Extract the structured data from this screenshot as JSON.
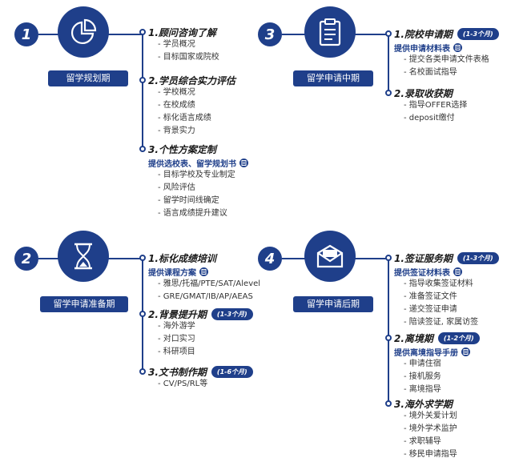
{
  "phases": [
    {
      "number": "1",
      "icon": "pie-chart-icon",
      "label": "留学规划期",
      "sections": [
        {
          "title": "1.顾问咨询了解",
          "tag": "",
          "provide": "",
          "items": [
            "- 学员概况",
            "- 目标国家或院校"
          ]
        },
        {
          "title": "2.学员综合实力评估",
          "tag": "",
          "provide": "",
          "items": [
            "- 学校概况",
            "- 在校成绩",
            "- 标化语言成绩",
            "- 背景实力"
          ]
        },
        {
          "title": "3.个性方案定制",
          "tag": "",
          "provide": "提供选校表、留学规划书",
          "items": [
            "- 目标学校及专业制定",
            "- 风险评估",
            "- 留学时间线确定",
            "- 语言成绩提升建议"
          ]
        }
      ]
    },
    {
      "number": "3",
      "icon": "clipboard-icon",
      "label": "留学申请中期",
      "sections": [
        {
          "title": "1.院校申请期",
          "tag": "(1-3个月)",
          "provide": "提供申请材料表",
          "items": [
            "- 提交各类申请文件表格",
            "- 名校面试指导"
          ]
        },
        {
          "title": "2.录取收获期",
          "tag": "",
          "provide": "",
          "items": [
            "- 指导OFFER选择",
            "- deposit缴付"
          ]
        }
      ]
    },
    {
      "number": "2",
      "icon": "hourglass-icon",
      "label": "留学申请准备期",
      "sections": [
        {
          "title": "1.标化成绩培训",
          "tag": "",
          "provide": "提供课程方案",
          "items": [
            "- 雅思/托福/PTE/SAT/Alevel",
            "- GRE/GMAT/IB/AP/AEAS"
          ]
        },
        {
          "title": "2.背景提升期",
          "tag": "(1-3个月)",
          "provide": "",
          "items": [
            "- 海外游学",
            "- 对口实习",
            "- 科研项目"
          ]
        },
        {
          "title": "3.文书制作期",
          "tag": "(1-6个月)",
          "provide": "",
          "items": [
            "- CV/PS/RL等"
          ]
        }
      ]
    },
    {
      "number": "4",
      "icon": "envelope-icon",
      "label": "留学申请后期",
      "sections": [
        {
          "title": "1.签证服务期",
          "tag": "(1-3个月)",
          "provide": "提供签证材料表",
          "items": [
            "- 指导收集签证材料",
            "- 准备签证文件",
            "- 递交签证申请",
            "- 陪读签证, 家属访签"
          ]
        },
        {
          "title": "2.离境期",
          "tag": "(1-2个月)",
          "provide": "提供离境指导手册",
          "items": [
            "- 申请住宿",
            "- 接机服务",
            "- 离境指导"
          ]
        },
        {
          "title": "3.海外求学期",
          "tag": "",
          "provide": "",
          "items": [
            "- 境外关爱计划",
            "- 境外学术监护",
            "- 求职辅导",
            "- 移民申请指导"
          ]
        }
      ]
    }
  ],
  "colors": {
    "accent": "#1f3f8a"
  }
}
